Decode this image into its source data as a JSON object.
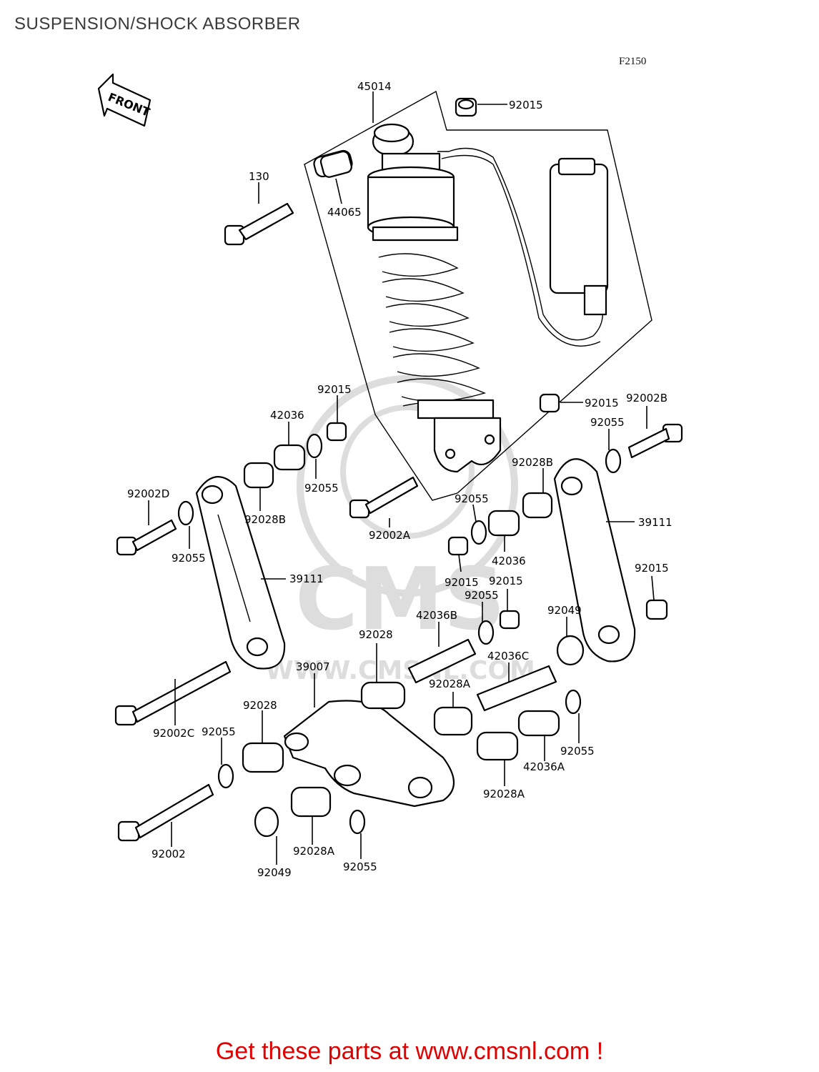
{
  "title": "SUSPENSION/SHOCK ABSORBER",
  "figure_code": "F2150",
  "front_label": "FRONT",
  "watermark_text": "WWW.CMSNL.COM",
  "cta": {
    "prefix": "Get these parts at ",
    "link": "www.cmsnl.com",
    "suffix": " !"
  },
  "colors": {
    "cta": "#e00000",
    "line": "#000000",
    "title": "#3a3a3a"
  },
  "parts": {
    "p45014": "45014",
    "p92015_top": "92015",
    "p130": "130",
    "p44065": "44065",
    "p92015_a": "92015",
    "p42036_a": "42036",
    "p92055_a": "92055",
    "p92028B_a": "92028B",
    "p92002D": "92002D",
    "p92055_b": "92055",
    "p39111_left": "39111",
    "p92002A": "92002A",
    "p92015_b": "92015",
    "p92002B": "92002B",
    "p92055_c": "92055",
    "p92028B_b": "92028B",
    "p92055_d": "92055",
    "p39111_right": "39111",
    "p42036_b": "42036",
    "p92015_c": "92015",
    "p92015_d": "92015",
    "p92015_e": "92015",
    "p92055_e": "92055",
    "p42036B": "42036B",
    "p92049_a": "92049",
    "p92028_a": "92028",
    "p39007": "39007",
    "p42036C": "42036C",
    "p92028A_a": "92028A",
    "p92002C": "92002C",
    "p92055_f": "92055",
    "p92028_b": "92028",
    "p92055_g": "92055",
    "p42036A": "42036A",
    "p92028A_b": "92028A",
    "p92002": "92002",
    "p92028A_c": "92028A",
    "p92049_b": "92049",
    "p92055_h": "92055"
  }
}
